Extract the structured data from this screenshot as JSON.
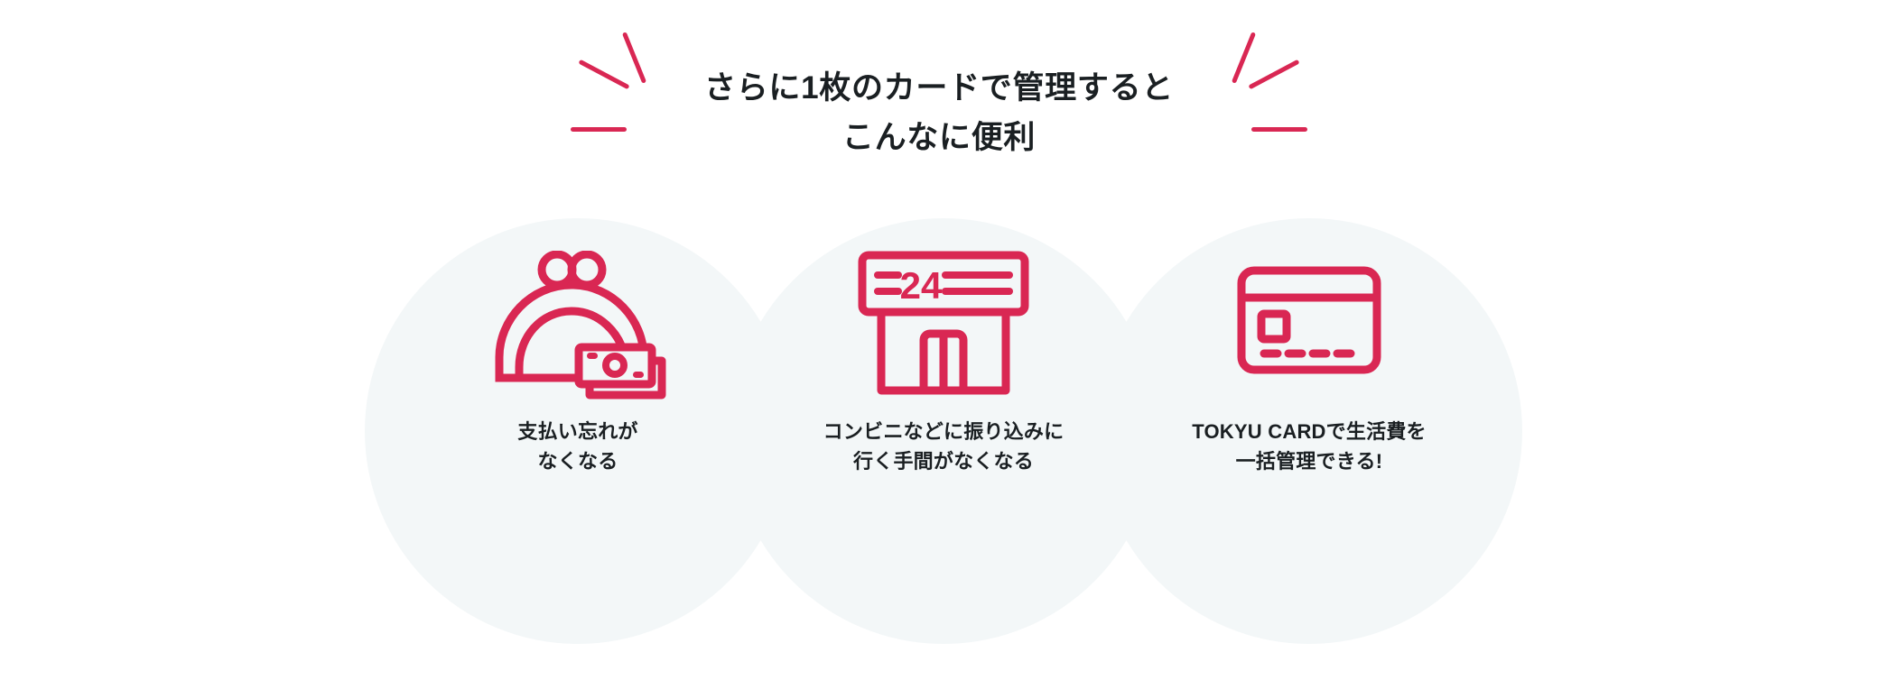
{
  "heading": {
    "line1": "さらに1枚のカードで管理すると",
    "line2": "こんなに便利",
    "full": "さらに1枚のカードで管理すると\nこんなに便利"
  },
  "colors": {
    "accent": "#d92753",
    "text": "#1a1f22",
    "circle_bg": "#f3f7f8",
    "page_bg": "#ffffff"
  },
  "decorations": {
    "left": [
      "diagonal-steep",
      "diagonal-shallow",
      "horizontal"
    ],
    "right": [
      "diagonal-steep",
      "diagonal-shallow",
      "horizontal"
    ]
  },
  "features": [
    {
      "icon": "wallet-cash-icon",
      "icon_label": "coin purse with banknotes",
      "label": "支払い忘れが\nなくなる",
      "label_line1": "支払い忘れが",
      "label_line2": "なくなる"
    },
    {
      "icon": "convenience-store-icon",
      "icon_label": "24 hour convenience store",
      "sign_text": "24",
      "label": "コンビニなどに振り込みに\n行く手間がなくなる",
      "label_line1": "コンビニなどに振り込みに",
      "label_line2": "行く手間がなくなる"
    },
    {
      "icon": "credit-card-icon",
      "icon_label": "credit card",
      "label": "TOKYU CARDで生活費を\n一括管理できる!",
      "label_line1": "TOKYU CARDで生活費を",
      "label_line2": "一括管理できる!"
    }
  ]
}
